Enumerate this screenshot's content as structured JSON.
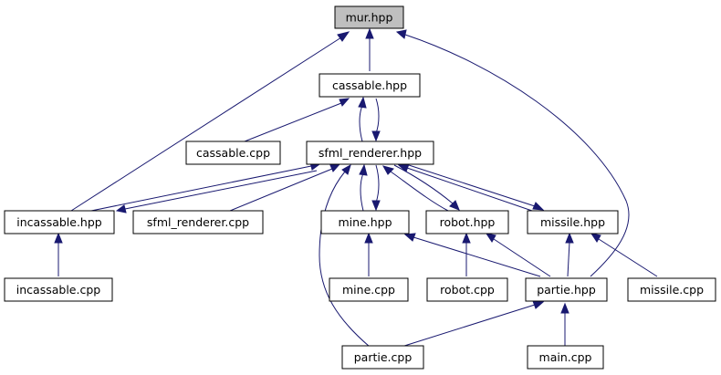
{
  "diagram": {
    "type": "include-dependency-graph",
    "colors": {
      "root_fill": "#bfbfbf",
      "node_fill": "#ffffff",
      "node_border": "#000000",
      "edge": "#191970"
    },
    "nodes": [
      {
        "id": "mur_hpp",
        "label": "mur.hpp",
        "root": true
      },
      {
        "id": "cassable_hpp",
        "label": "cassable.hpp"
      },
      {
        "id": "cassable_cpp",
        "label": "cassable.cpp"
      },
      {
        "id": "sfml_renderer_hpp",
        "label": "sfml_renderer.hpp"
      },
      {
        "id": "incassable_hpp",
        "label": "incassable.hpp"
      },
      {
        "id": "sfml_renderer_cpp",
        "label": "sfml_renderer.cpp"
      },
      {
        "id": "mine_hpp",
        "label": "mine.hpp"
      },
      {
        "id": "robot_hpp",
        "label": "robot.hpp"
      },
      {
        "id": "missile_hpp",
        "label": "missile.hpp"
      },
      {
        "id": "incassable_cpp",
        "label": "incassable.cpp"
      },
      {
        "id": "mine_cpp",
        "label": "mine.cpp"
      },
      {
        "id": "robot_cpp",
        "label": "robot.cpp"
      },
      {
        "id": "partie_hpp",
        "label": "partie.hpp"
      },
      {
        "id": "missile_cpp",
        "label": "missile.cpp"
      },
      {
        "id": "partie_cpp",
        "label": "partie.cpp"
      },
      {
        "id": "main_cpp",
        "label": "main.cpp"
      }
    ],
    "edges": [
      {
        "from": "cassable_hpp",
        "to": "mur_hpp"
      },
      {
        "from": "incassable_hpp",
        "to": "mur_hpp"
      },
      {
        "from": "partie_hpp",
        "to": "mur_hpp"
      },
      {
        "from": "cassable_cpp",
        "to": "cassable_hpp"
      },
      {
        "from": "sfml_renderer_hpp",
        "to": "cassable_hpp"
      },
      {
        "from": "cassable_hpp",
        "to": "sfml_renderer_hpp"
      },
      {
        "from": "incassable_hpp",
        "to": "sfml_renderer_hpp"
      },
      {
        "from": "sfml_renderer_hpp",
        "to": "incassable_hpp"
      },
      {
        "from": "sfml_renderer_cpp",
        "to": "sfml_renderer_hpp"
      },
      {
        "from": "mine_hpp",
        "to": "sfml_renderer_hpp"
      },
      {
        "from": "sfml_renderer_hpp",
        "to": "mine_hpp"
      },
      {
        "from": "robot_hpp",
        "to": "sfml_renderer_hpp"
      },
      {
        "from": "sfml_renderer_hpp",
        "to": "robot_hpp"
      },
      {
        "from": "missile_hpp",
        "to": "sfml_renderer_hpp"
      },
      {
        "from": "sfml_renderer_hpp",
        "to": "missile_hpp"
      },
      {
        "from": "partie_cpp",
        "to": "sfml_renderer_hpp"
      },
      {
        "from": "incassable_cpp",
        "to": "incassable_hpp"
      },
      {
        "from": "mine_cpp",
        "to": "mine_hpp"
      },
      {
        "from": "partie_hpp",
        "to": "mine_hpp"
      },
      {
        "from": "robot_cpp",
        "to": "robot_hpp"
      },
      {
        "from": "partie_hpp",
        "to": "robot_hpp"
      },
      {
        "from": "partie_hpp",
        "to": "missile_hpp"
      },
      {
        "from": "missile_cpp",
        "to": "missile_hpp"
      },
      {
        "from": "partie_cpp",
        "to": "partie_hpp"
      },
      {
        "from": "main_cpp",
        "to": "partie_hpp"
      }
    ]
  }
}
